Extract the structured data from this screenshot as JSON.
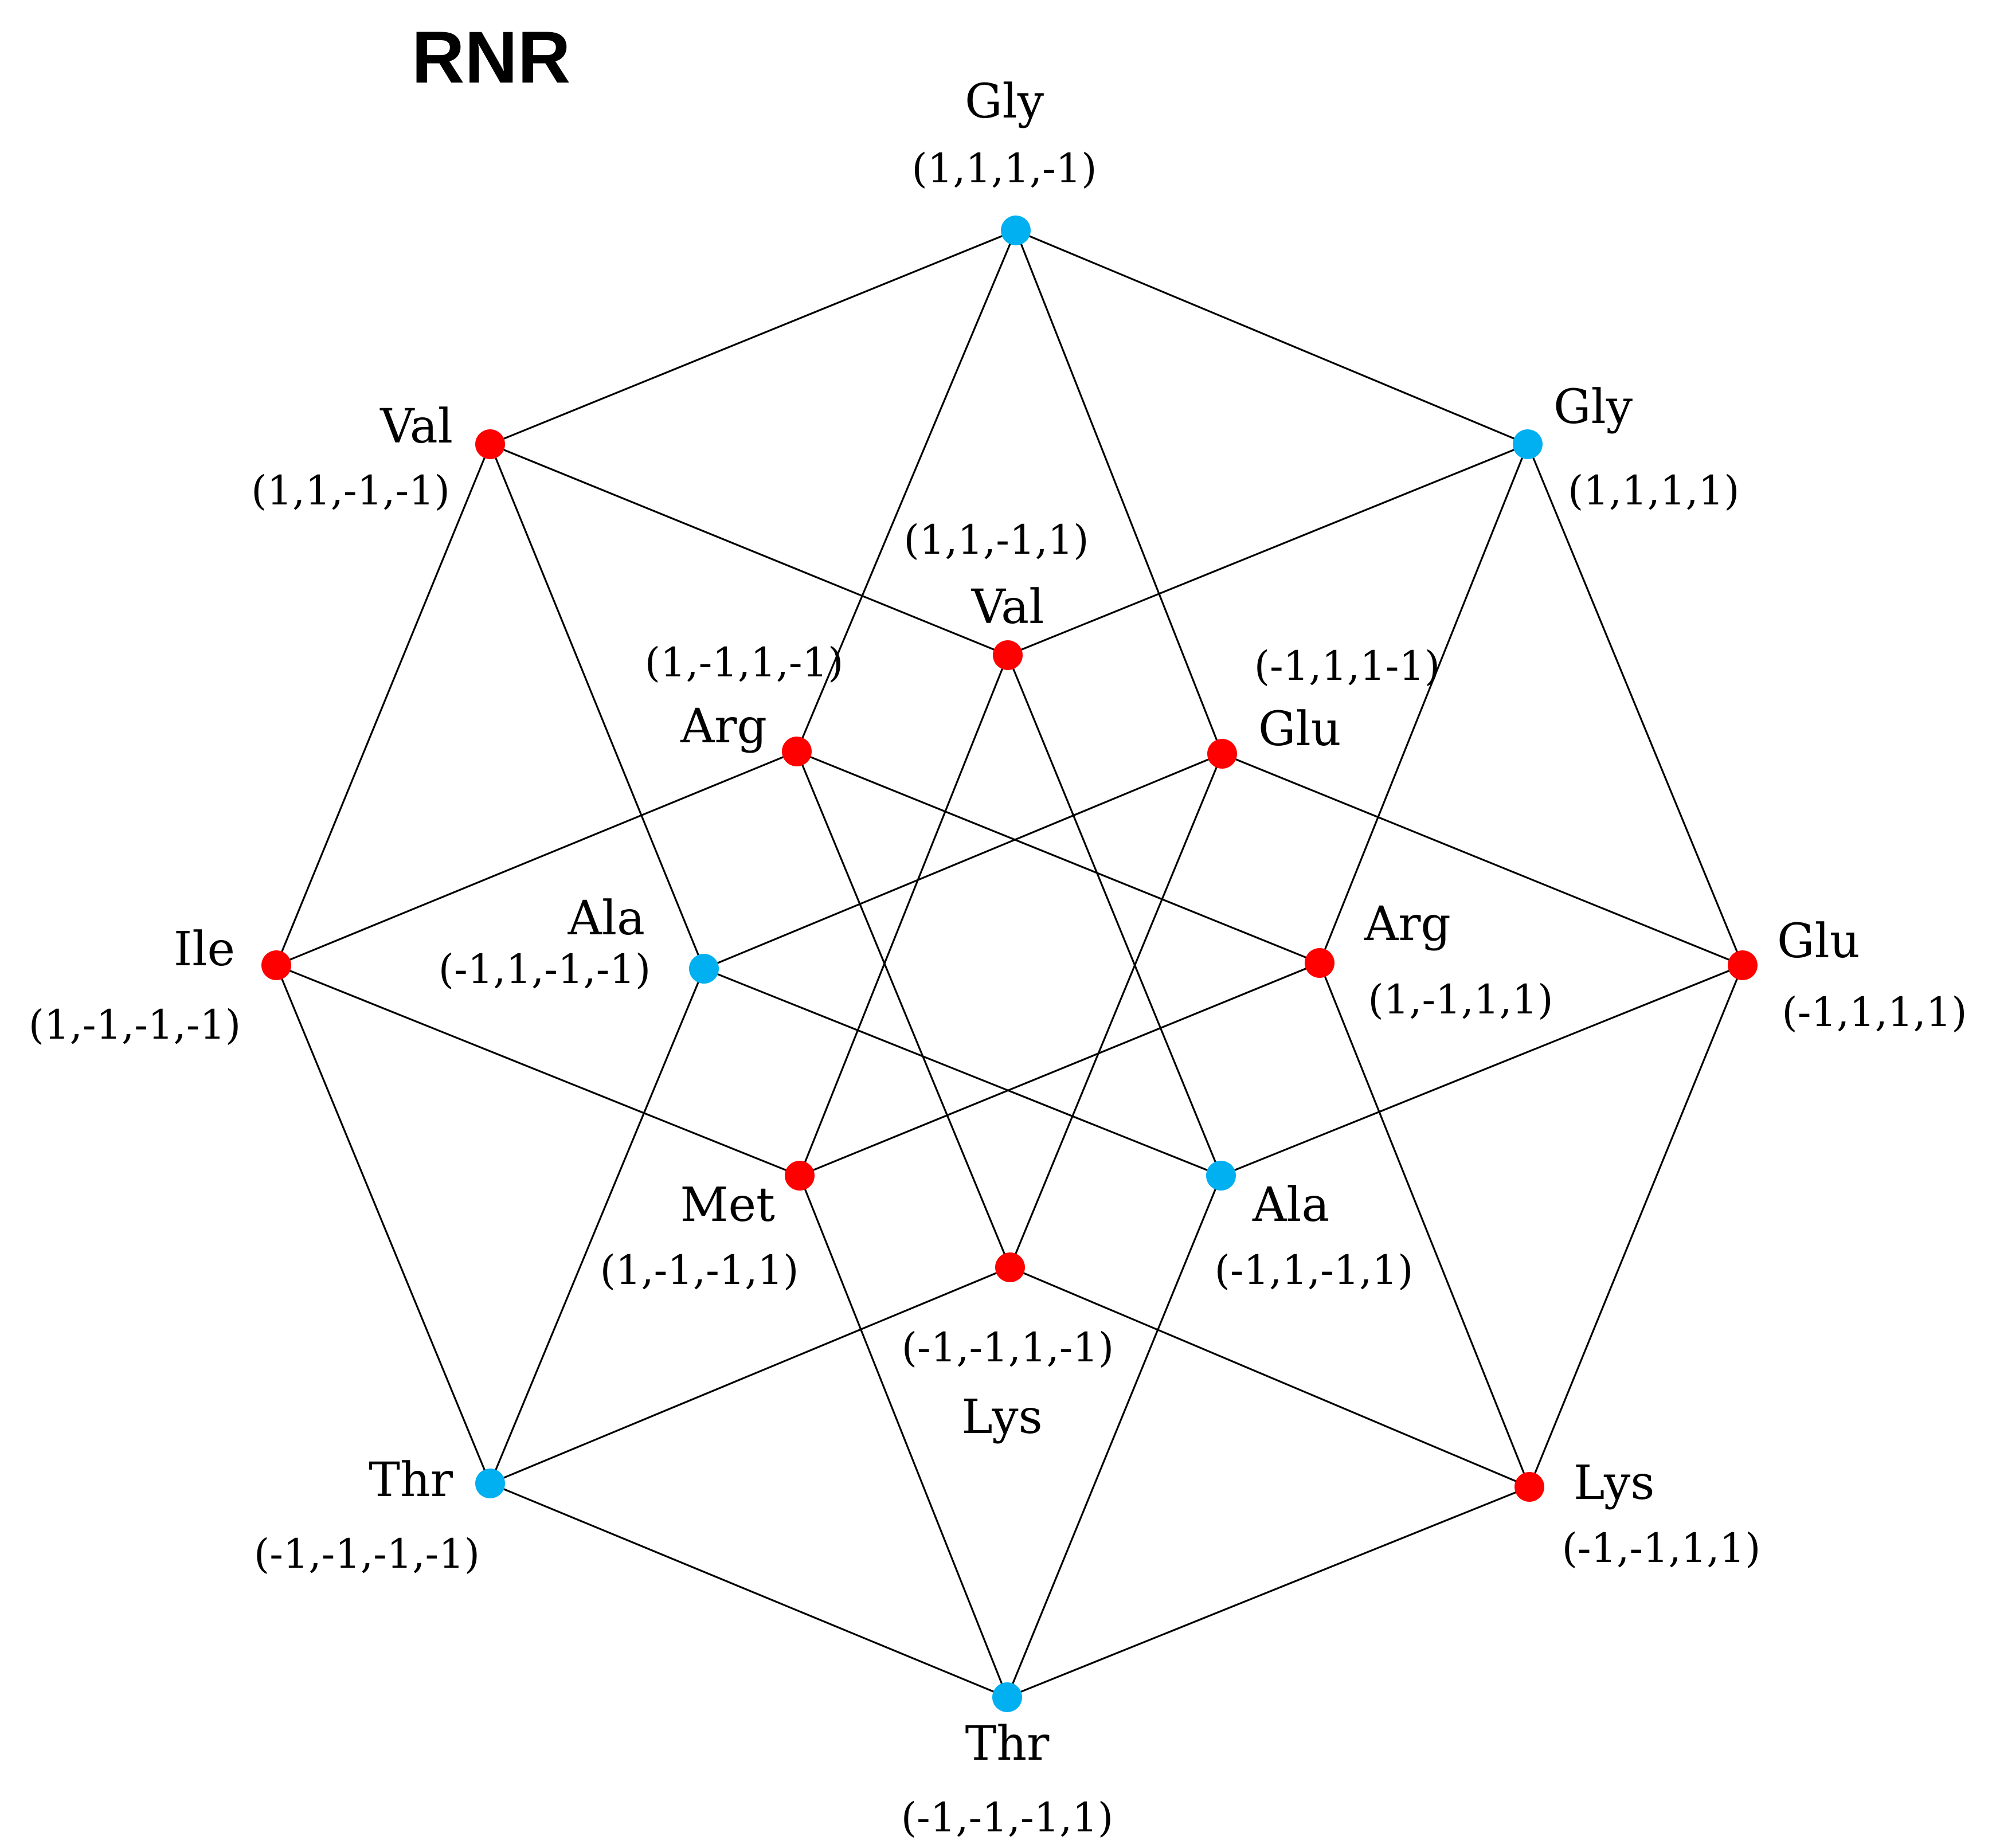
{
  "title": "RNR",
  "colors": {
    "red": "#ff0000",
    "blue": "#00b0f0",
    "edge": "#000000"
  },
  "nodes": [
    {
      "id": "n1",
      "name": "Gly",
      "coord": "(1,1,1,-1)",
      "color": "blue"
    },
    {
      "id": "n2",
      "name": "Val",
      "coord": "(1,1,-1,-1)",
      "color": "red"
    },
    {
      "id": "n3",
      "name": "Gly",
      "coord": "(1,1,1,1)",
      "color": "blue"
    },
    {
      "id": "n4",
      "name": "Val",
      "coord": "(1,1,-1,1)",
      "color": "red"
    },
    {
      "id": "n5",
      "name": "Arg",
      "coord": "(1,-1,1,-1)",
      "color": "red"
    },
    {
      "id": "n6",
      "name": "Glu",
      "coord": "(-1,1,1-1)",
      "color": "red"
    },
    {
      "id": "n7",
      "name": "Ile",
      "coord": "(1,-1,-1,-1)",
      "color": "red"
    },
    {
      "id": "n8",
      "name": "Ala",
      "coord": "(-1,1,-1,-1)",
      "color": "blue"
    },
    {
      "id": "n9",
      "name": "Arg",
      "coord": "(1,-1,1,1)",
      "color": "red"
    },
    {
      "id": "n10",
      "name": "Glu",
      "coord": "(-1,1,1,1)",
      "color": "red"
    },
    {
      "id": "n11",
      "name": "Met",
      "coord": "(1,-1,-1,1)",
      "color": "red"
    },
    {
      "id": "n12",
      "name": "Ala",
      "coord": "(-1,1,-1,1)",
      "color": "blue"
    },
    {
      "id": "n13",
      "name": "Lys",
      "coord": "(-1,-1,1,-1)",
      "color": "red"
    },
    {
      "id": "n14",
      "name": "Thr",
      "coord": "(-1,-1,-1,-1)",
      "color": "blue"
    },
    {
      "id": "n15",
      "name": "Lys",
      "coord": "(-1,-1,1,1)",
      "color": "red"
    },
    {
      "id": "n16",
      "name": "Thr",
      "coord": "(-1,-1,-1,1)",
      "color": "blue"
    }
  ],
  "edges": [
    [
      "n1",
      "n2"
    ],
    [
      "n1",
      "n3"
    ],
    [
      "n1",
      "n5"
    ],
    [
      "n1",
      "n6"
    ],
    [
      "n2",
      "n4"
    ],
    [
      "n2",
      "n7"
    ],
    [
      "n2",
      "n8"
    ],
    [
      "n3",
      "n4"
    ],
    [
      "n3",
      "n9"
    ],
    [
      "n3",
      "n10"
    ],
    [
      "n4",
      "n11"
    ],
    [
      "n4",
      "n12"
    ],
    [
      "n5",
      "n7"
    ],
    [
      "n5",
      "n9"
    ],
    [
      "n5",
      "n13"
    ],
    [
      "n6",
      "n8"
    ],
    [
      "n6",
      "n10"
    ],
    [
      "n6",
      "n13"
    ],
    [
      "n7",
      "n11"
    ],
    [
      "n7",
      "n14"
    ],
    [
      "n8",
      "n12"
    ],
    [
      "n8",
      "n14"
    ],
    [
      "n9",
      "n11"
    ],
    [
      "n9",
      "n15"
    ],
    [
      "n10",
      "n12"
    ],
    [
      "n10",
      "n15"
    ],
    [
      "n11",
      "n16"
    ],
    [
      "n12",
      "n16"
    ],
    [
      "n13",
      "n14"
    ],
    [
      "n13",
      "n15"
    ],
    [
      "n14",
      "n16"
    ],
    [
      "n15",
      "n16"
    ]
  ]
}
